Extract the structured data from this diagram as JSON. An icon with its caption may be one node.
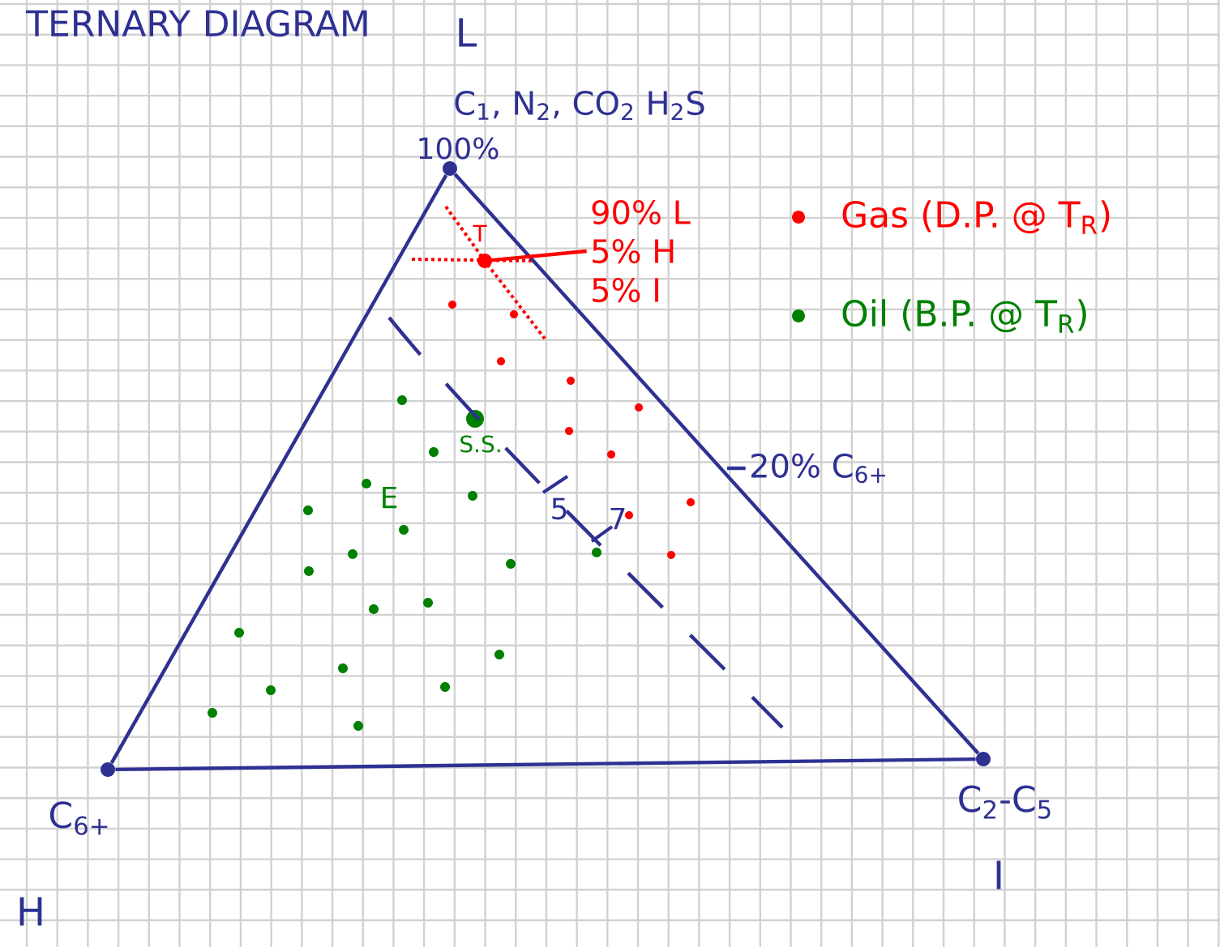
{
  "diagram": {
    "title": "TERNARY DIAGRAM",
    "nodes": [
      {
        "text": [],
        "shape": "circle",
        "beside": [
          "L",
          "C$_{1}$, N$_{2}$, CO$_{2}$ H$_{2}$S",
          "100%"
        ]
      },
      {
        "text": [],
        "shape": "circle",
        "beside": [
          "C$_{6+}$",
          "H"
        ]
      },
      {
        "text": [],
        "shape": "circle",
        "beside": [
          "C$_{2}$-C$_{5}$",
          "I"
        ]
      },
      {
        "text": [],
        "shape": "circle"
      },
      {
        "text": [
          "90% L",
          "5% H",
          "5% I"
        ]
      },
      {
        "text": [
          "20% C$_{6+}$"
        ]
      }
    ],
    "edges": [
      {
        "from": 0,
        "to": 1,
        "arrow": "none"
      },
      {
        "from": 0,
        "to": 2,
        "arrow": "none"
      },
      {
        "from": 1,
        "to": 2,
        "arrow": "none"
      },
      {
        "from": 4,
        "to": 3,
        "arrow": "none",
        "color": "#ff0000"
      },
      {
        "from": 5,
        "to": null,
        "arrow": "none"
      }
    ],
    "labels": [
      "T",
      "S.S.",
      "E",
      "5",
      "7"
    ],
    "legend": [
      {
        "text": "Gas (D.P. @ T$_{R}$)",
        "color": "#ff0000"
      },
      {
        "text": "Oil (B.P. @ T$_{R}$)",
        "color": "#008000"
      }
    ]
  }
}
